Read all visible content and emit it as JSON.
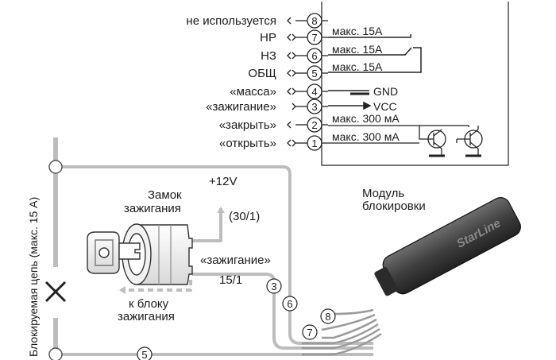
{
  "connector": {
    "pins": [
      {
        "num": "8",
        "label": "не используется",
        "spec": ""
      },
      {
        "num": "7",
        "label": "НР",
        "spec": "макс. 15А"
      },
      {
        "num": "6",
        "label": "НЗ",
        "spec": "макс. 15А"
      },
      {
        "num": "5",
        "label": "ОБЩ",
        "spec": "макс. 15А"
      },
      {
        "num": "4",
        "label": "«масса»",
        "spec": "GND"
      },
      {
        "num": "3",
        "label": "«зажигание»",
        "spec": "VCC"
      },
      {
        "num": "2",
        "label": "«закрыть»",
        "spec": "макс. 300 мА"
      },
      {
        "num": "1",
        "label": "«открыть»",
        "spec": "макс. 300 мА"
      }
    ]
  },
  "ignition_lock": {
    "title_line1": "Замок",
    "title_line2": "зажигания",
    "supply": "+12V",
    "terminal_30": "(30/1)",
    "ignition_label": "«зажигание»",
    "terminal_15": "15/1",
    "to_block_line1": "к блоку",
    "to_block_line2": "зажигания"
  },
  "module": {
    "title_line1": "Модуль",
    "title_line2": "блокировки",
    "brand": "StarLine"
  },
  "blocked_circuit": {
    "label": "Блокируемая цепь (макс. 15 А)"
  },
  "wire_numbers": {
    "w3": "3",
    "w5": "5",
    "w6": "6",
    "w7": "7",
    "w8": "8"
  }
}
